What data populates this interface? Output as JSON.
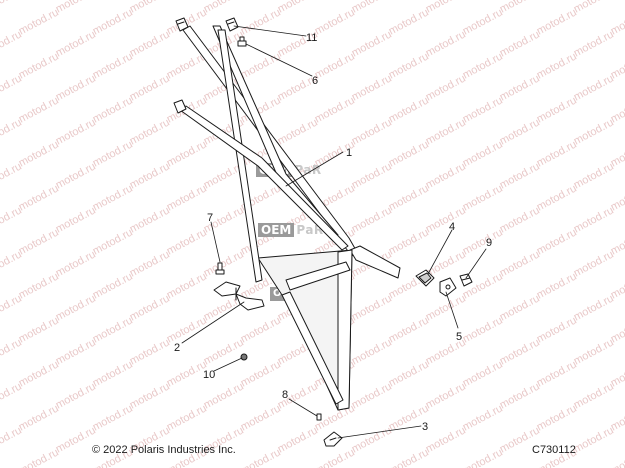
{
  "watermark_text": "motod.ru",
  "oem_watermark": {
    "left": "OEM",
    "right": "PaR"
  },
  "callouts": [
    "1",
    "2",
    "3",
    "4",
    "5",
    "6",
    "7",
    "8",
    "9",
    "10",
    "11"
  ],
  "copyright": "© 2022 Polaris Industries Inc.",
  "figure_code": "C730112",
  "colors": {
    "line": "#1a1a1a",
    "panel": "#f4f4f4",
    "watermark": "#e9c9c9"
  }
}
